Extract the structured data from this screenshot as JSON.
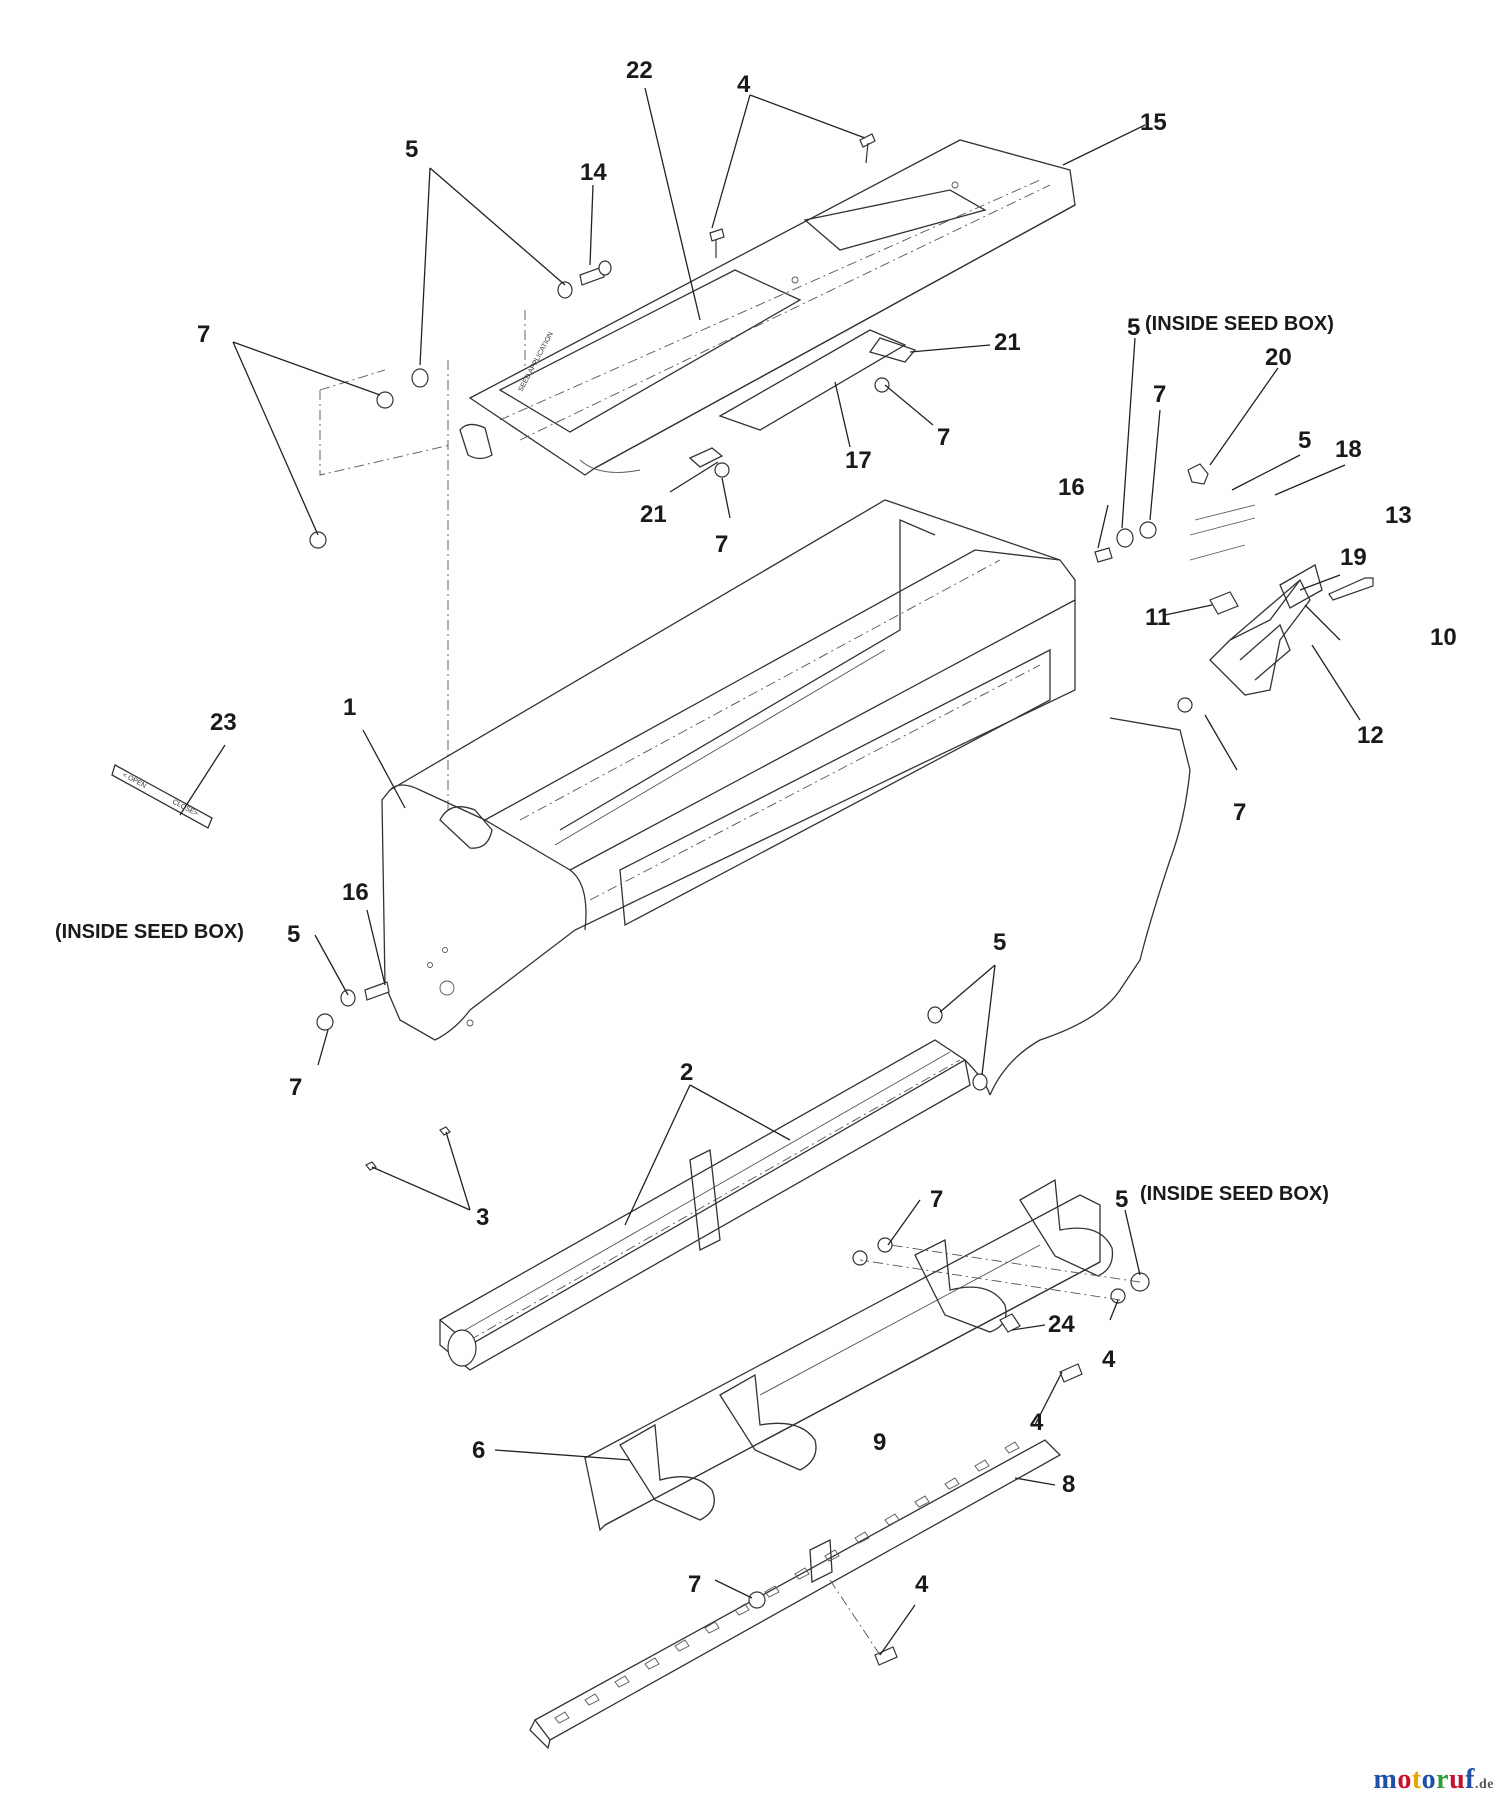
{
  "labels": {
    "p1": "1",
    "p2": "2",
    "p3": "3",
    "p4a": "4",
    "p4b": "4",
    "p4c": "4",
    "p4d": "4",
    "p5a": "5",
    "p5b": "5",
    "p5c": "5",
    "p5d": "5",
    "p5e": "5",
    "p5f": "5",
    "p6": "6",
    "p7a": "7",
    "p7b": "7",
    "p7c": "7",
    "p7d": "7",
    "p7e": "7",
    "p7f": "7",
    "p7g": "7",
    "p8": "8",
    "p9": "9",
    "p10": "10",
    "p11": "11",
    "p12": "12",
    "p13": "13",
    "p14": "14",
    "p15": "15",
    "p16a": "16",
    "p16b": "16",
    "p17": "17",
    "p18": "18",
    "p19": "19",
    "p20": "20",
    "p21a": "21",
    "p21b": "21",
    "p22": "22",
    "p23": "23",
    "p24": "24"
  },
  "notes": {
    "inside_seed_box_top": "(INSIDE SEED BOX)",
    "inside_seed_box_left": "(INSIDE SEED BOX)",
    "inside_seed_box_bottom": "(INSIDE SEED BOX)"
  },
  "decals": {
    "lid": "SEED APPLICATION",
    "gauge_open": "< OPEN",
    "gauge_close": "CLOSE>"
  },
  "watermark": {
    "colors": [
      "#1f4fa8",
      "#c8102e",
      "#e8a400",
      "#1f4fa8",
      "#2e9c3a",
      "#c8102e",
      "#1f4fa8"
    ],
    "letters": [
      "m",
      "o",
      "t",
      "o",
      "r",
      "u",
      "f"
    ],
    "tld": ".de"
  }
}
